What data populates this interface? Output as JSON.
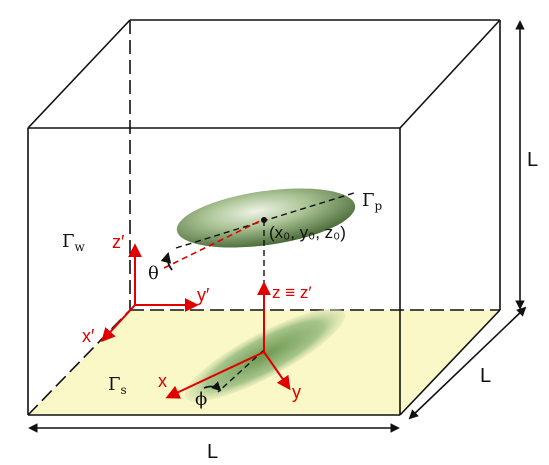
{
  "colors": {
    "floor": "#fbf8c8",
    "edge": "#111111",
    "axis_red": "#e00000",
    "particle_dark": "#5a7a45",
    "particle_light": "#e6eedc",
    "shadow": "#8ab06e"
  },
  "labels": {
    "gamma_p": "Γ",
    "gamma_p_sub": "p",
    "gamma_w": "Γ",
    "gamma_w_sub": "w",
    "gamma_s": "Γ",
    "gamma_s_sub": "s",
    "center_coord": "(x₀, y₀, z₀)",
    "theta": "θ",
    "phi": "ϕ",
    "z_prime": "z′",
    "y_prime": "y′",
    "x_prime": "x′",
    "z_equiv": "z ≡ z′",
    "x": "x",
    "y": "y",
    "dim_height": "L",
    "dim_depth": "L",
    "dim_width": "L"
  }
}
